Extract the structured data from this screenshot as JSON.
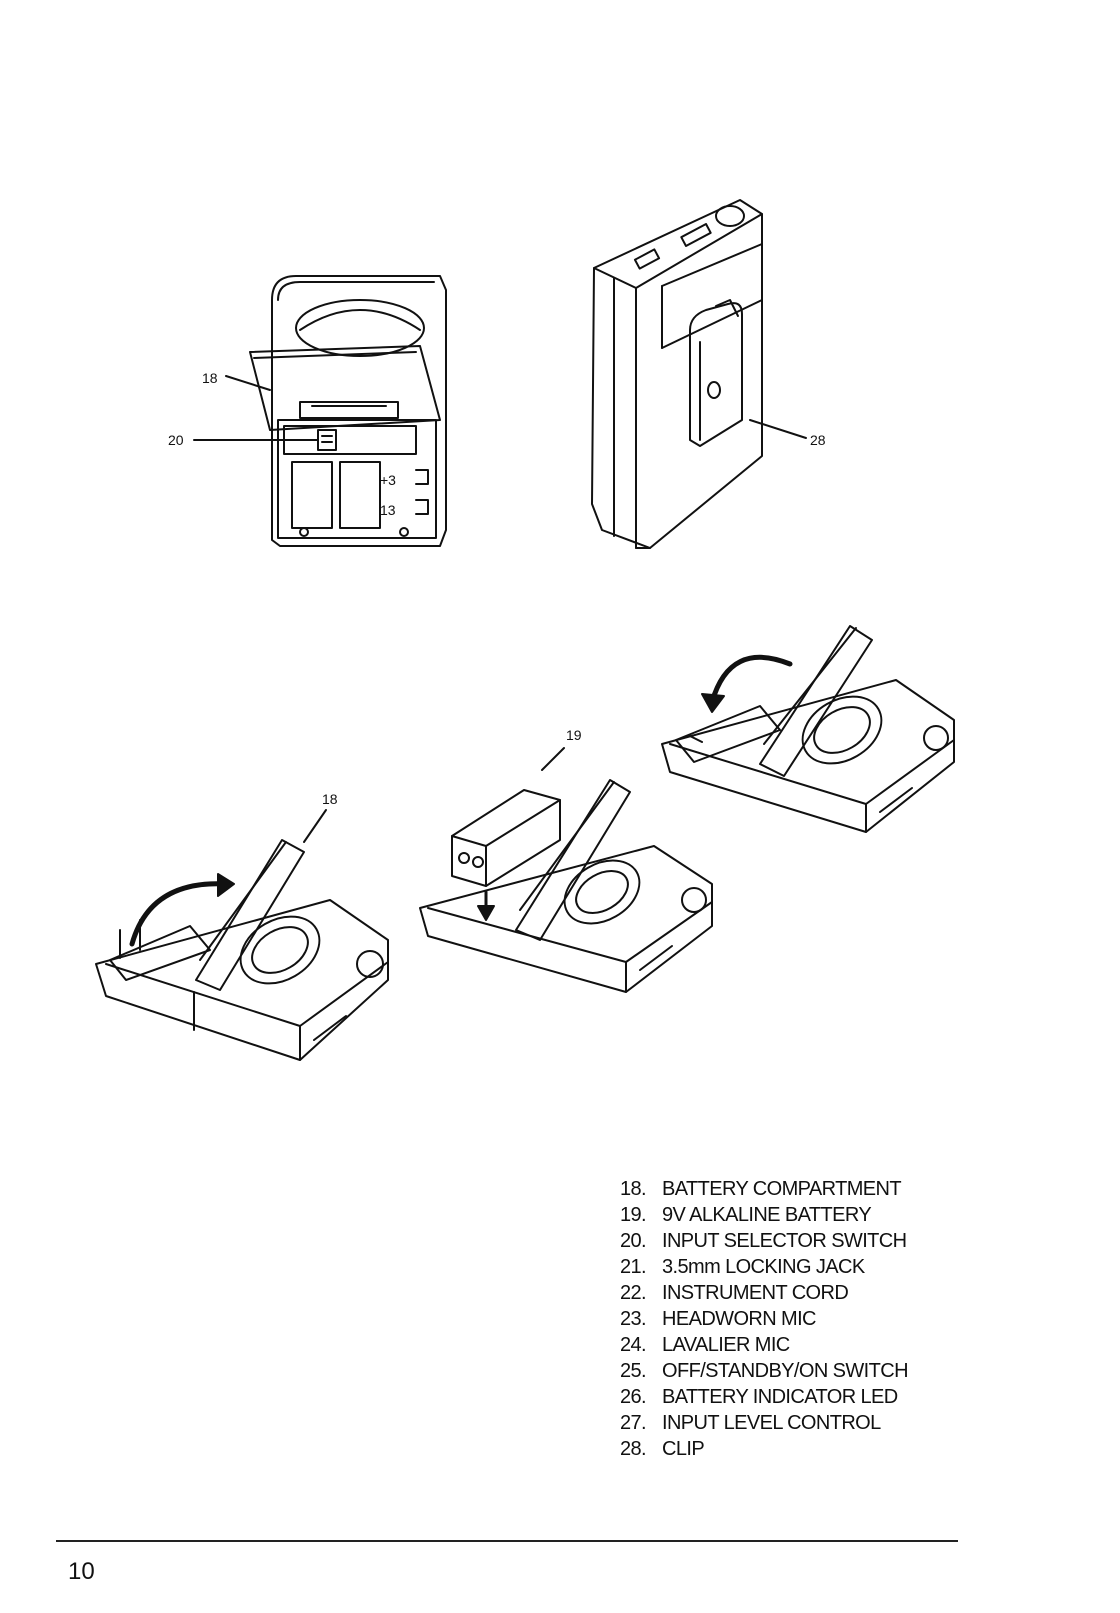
{
  "callouts": {
    "fig1_18": "18",
    "fig1_20": "20",
    "fig1_plus": "+3",
    "fig1_minus": "13",
    "fig2_28": "28",
    "fig3_18": "18",
    "fig4_19": "19"
  },
  "parts": [
    {
      "num": "18.",
      "label": "BATTERY COMPARTMENT"
    },
    {
      "num": "19.",
      "label": "9V ALKALINE BATTERY"
    },
    {
      "num": "20.",
      "label": "INPUT SELECTOR SWITCH"
    },
    {
      "num": "21.",
      "label": "3.5mm LOCKING JACK"
    },
    {
      "num": "22.",
      "label": "INSTRUMENT CORD"
    },
    {
      "num": "23.",
      "label": "HEADWORN MIC"
    },
    {
      "num": "24.",
      "label": "LAVALIER MIC"
    },
    {
      "num": "25.",
      "label": "OFF/STANDBY/ON SWITCH"
    },
    {
      "num": "26.",
      "label": "BATTERY INDICATOR LED"
    },
    {
      "num": "27.",
      "label": "INPUT LEVEL CONTROL"
    },
    {
      "num": "28.",
      "label": "CLIP"
    }
  ],
  "page_number": "10"
}
